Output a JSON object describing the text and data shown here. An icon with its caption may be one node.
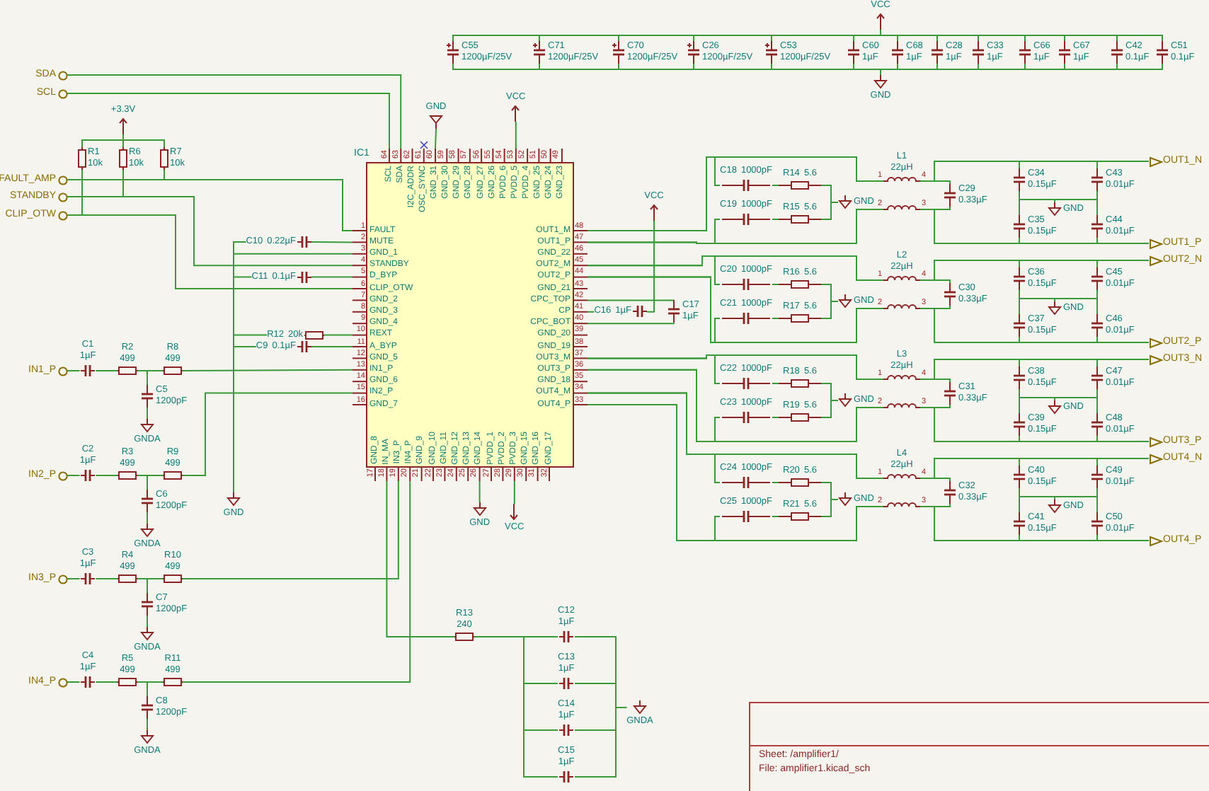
{
  "diagram": {
    "nodes": [
      {
        "text": [
          "SDA"
        ]
      },
      {
        "text": [
          "SCL"
        ]
      },
      {
        "text": [
          "FAULT_AMP"
        ]
      },
      {
        "text": [
          "STANDBY"
        ]
      },
      {
        "text": [
          "CLIP_OTW"
        ]
      },
      {
        "text": [
          "+3.3V"
        ]
      },
      {
        "text": [
          "R1",
          "10k"
        ]
      },
      {
        "text": [
          "R6",
          "10k"
        ]
      },
      {
        "text": [
          "R7",
          "10k"
        ]
      },
      {
        "text": [
          "SCL",
          "SDA",
          "I2C_ADDR",
          "OSC_SYNC",
          "GND_31",
          "GND_30",
          "GND_29",
          "GND_28",
          "GND_27",
          "GND_26",
          "PVDD_6",
          "PVDD_5",
          "PVDD_4",
          "GND_25",
          "GND_24",
          "GND_23",
          "FAULT",
          "MUTE",
          "GND_1",
          "STANDBY",
          "D_BYP",
          "CLIP_OTW",
          "GND_2",
          "GND_3",
          "GND_4",
          "REXT",
          "A_BYP",
          "GND_5",
          "IN1_P",
          "GND_6",
          "IN2_P",
          "GND_7",
          "OUT1_M",
          "OUT1_P",
          "GND_22",
          "OUT2_M",
          "OUT2_P",
          "GND_21",
          "CPC_TOP",
          "CP",
          "CPC_BOT",
          "GND_20",
          "GND_19",
          "OUT3_M",
          "OUT3_P",
          "GND_18",
          "OUT4_M",
          "OUT4_P",
          "GND_8",
          "IN_MA",
          "IN3_P",
          "IN4_P",
          "GND_9",
          "GND_10",
          "GND_11",
          "GND_12",
          "GND_13",
          "GND_14",
          "PVDD_1",
          "PVDD_2",
          "PVDD_3",
          "GND_15",
          "GND_16",
          "GND_17"
        ],
        "beside": [
          "IC1",
          "64",
          "63",
          "62",
          "61",
          "60",
          "59",
          "58",
          "57",
          "56",
          "55",
          "54",
          "53",
          "52",
          "51",
          "50",
          "49",
          "1",
          "2",
          "3",
          "4",
          "5",
          "6",
          "7",
          "8",
          "9",
          "10",
          "11",
          "12",
          "13",
          "14",
          "15",
          "16",
          "48",
          "47",
          "46",
          "45",
          "44",
          "43",
          "42",
          "41",
          "40",
          "39",
          "38",
          "37",
          "36",
          "35",
          "34",
          "33",
          "17",
          "18",
          "19",
          "20",
          "21",
          "22",
          "23",
          "24",
          "25",
          "26",
          "27",
          "28",
          "29",
          "30",
          "31",
          "32"
        ]
      },
      {
        "text": [
          "C10",
          "0.22µF"
        ]
      },
      {
        "text": [
          "C11",
          "0.1µF"
        ]
      },
      {
        "text": [
          "R12",
          "20k"
        ]
      },
      {
        "text": [
          "C9",
          "0.1µF"
        ]
      },
      {
        "text": [
          "GND"
        ]
      },
      {
        "text": [
          "IN1_P"
        ]
      },
      {
        "text": [
          "C1",
          "1µF"
        ]
      },
      {
        "text": [
          "R2",
          "499"
        ]
      },
      {
        "text": [
          "R8",
          "499"
        ]
      },
      {
        "text": [
          "C5",
          "1200pF"
        ]
      },
      {
        "text": [
          "GNDA"
        ]
      },
      {
        "text": [
          "IN2_P"
        ]
      },
      {
        "text": [
          "C2",
          "1µF"
        ]
      },
      {
        "text": [
          "R3",
          "499"
        ]
      },
      {
        "text": [
          "R9",
          "499"
        ]
      },
      {
        "text": [
          "C6",
          "1200pF"
        ]
      },
      {
        "text": [
          "GNDA"
        ]
      },
      {
        "text": [
          "IN3_P"
        ]
      },
      {
        "text": [
          "C3",
          "1µF"
        ]
      },
      {
        "text": [
          "R4",
          "499"
        ]
      },
      {
        "text": [
          "R10",
          "499"
        ]
      },
      {
        "text": [
          "C7",
          "1200pF"
        ]
      },
      {
        "text": [
          "GNDA"
        ]
      },
      {
        "text": [
          "IN4_P"
        ]
      },
      {
        "text": [
          "C4",
          "1µF"
        ]
      },
      {
        "text": [
          "R5",
          "499"
        ]
      },
      {
        "text": [
          "R11",
          "499"
        ]
      },
      {
        "text": [
          "C8",
          "1200pF"
        ]
      },
      {
        "text": [
          "GNDA"
        ]
      },
      {
        "text": [
          "GND"
        ]
      },
      {
        "text": [
          "VCC"
        ]
      },
      {
        "text": [
          "GND"
        ]
      },
      {
        "text": [
          "VCC"
        ]
      },
      {
        "text": [
          "R13",
          "240"
        ]
      },
      {
        "text": [
          "C12",
          "1µF"
        ]
      },
      {
        "text": [
          "C13",
          "1µF"
        ]
      },
      {
        "text": [
          "C14",
          "1µF"
        ]
      },
      {
        "text": [
          "C15",
          "1µF"
        ]
      },
      {
        "text": [
          "GNDA"
        ]
      },
      {
        "text": [
          "VCC"
        ]
      },
      {
        "text": [
          "C16",
          "1µF"
        ]
      },
      {
        "text": [
          "C17",
          "1µF"
        ]
      },
      {
        "text": [
          "VCC"
        ]
      },
      {
        "text": [
          "C55",
          "1200µF/25V"
        ]
      },
      {
        "text": [
          "C71",
          "1200µF/25V"
        ]
      },
      {
        "text": [
          "C70",
          "1200µF/25V"
        ]
      },
      {
        "text": [
          "C26",
          "1200µF/25V"
        ]
      },
      {
        "text": [
          "C53",
          "1200µF/25V"
        ]
      },
      {
        "text": [
          "C60",
          "1µF"
        ]
      },
      {
        "text": [
          "C68",
          "1µF"
        ]
      },
      {
        "text": [
          "C28",
          "1µF"
        ]
      },
      {
        "text": [
          "C33",
          "1µF"
        ]
      },
      {
        "text": [
          "C66",
          "1µF"
        ]
      },
      {
        "text": [
          "C67",
          "1µF"
        ]
      },
      {
        "text": [
          "C42",
          "0.1µF"
        ]
      },
      {
        "text": [
          "C51",
          "0.1µF"
        ]
      },
      {
        "text": [
          "GND"
        ]
      },
      {
        "text": [
          "C18",
          "1000pF"
        ]
      },
      {
        "text": [
          "R14",
          "5.6"
        ]
      },
      {
        "text": [
          "C19",
          "1000pF"
        ]
      },
      {
        "text": [
          "R15",
          "5.6"
        ]
      },
      {
        "text": [
          "GND"
        ]
      },
      {
        "text": [
          "L1",
          "22µH"
        ],
        "beside": [
          "1",
          "4",
          "2",
          "3"
        ]
      },
      {
        "text": [
          "C29",
          "0.33µF"
        ]
      },
      {
        "text": [
          "C34",
          "0.15µF"
        ]
      },
      {
        "text": [
          "C43",
          "0.01µF"
        ]
      },
      {
        "text": [
          "GND"
        ]
      },
      {
        "text": [
          "C35",
          "0.15µF"
        ]
      },
      {
        "text": [
          "C44",
          "0.01µF"
        ]
      },
      {
        "text": [
          "OUT1_N"
        ]
      },
      {
        "text": [
          "OUT1_P"
        ]
      },
      {
        "text": [
          "C20",
          "1000pF"
        ]
      },
      {
        "text": [
          "R16",
          "5.6"
        ]
      },
      {
        "text": [
          "C21",
          "1000pF"
        ]
      },
      {
        "text": [
          "R17",
          "5.6"
        ]
      },
      {
        "text": [
          "GND"
        ]
      },
      {
        "text": [
          "L2",
          "22µH"
        ],
        "beside": [
          "1",
          "4",
          "2",
          "3"
        ]
      },
      {
        "text": [
          "C30",
          "0.33µF"
        ]
      },
      {
        "text": [
          "C36",
          "0.15µF"
        ]
      },
      {
        "text": [
          "C45",
          "0.01µF"
        ]
      },
      {
        "text": [
          "GND"
        ]
      },
      {
        "text": [
          "C37",
          "0.15µF"
        ]
      },
      {
        "text": [
          "C46",
          "0.01µF"
        ]
      },
      {
        "text": [
          "OUT2_N"
        ]
      },
      {
        "text": [
          "OUT2_P"
        ]
      },
      {
        "text": [
          "C22",
          "1000pF"
        ]
      },
      {
        "text": [
          "R18",
          "5.6"
        ]
      },
      {
        "text": [
          "C23",
          "1000pF"
        ]
      },
      {
        "text": [
          "R19",
          "5.6"
        ]
      },
      {
        "text": [
          "GND"
        ]
      },
      {
        "text": [
          "L3",
          "22µH"
        ],
        "beside": [
          "1",
          "4",
          "2",
          "3"
        ]
      },
      {
        "text": [
          "C31",
          "0.33µF"
        ]
      },
      {
        "text": [
          "C38",
          "0.15µF"
        ]
      },
      {
        "text": [
          "C47",
          "0.01µF"
        ]
      },
      {
        "text": [
          "GND"
        ]
      },
      {
        "text": [
          "C39",
          "0.15µF"
        ]
      },
      {
        "text": [
          "C48",
          "0.01µF"
        ]
      },
      {
        "text": [
          "OUT3_N"
        ]
      },
      {
        "text": [
          "OUT3_P"
        ]
      },
      {
        "text": [
          "C24",
          "1000pF"
        ]
      },
      {
        "text": [
          "R20",
          "5.6"
        ]
      },
      {
        "text": [
          "C25",
          "1000pF"
        ]
      },
      {
        "text": [
          "R21",
          "5.6"
        ]
      },
      {
        "text": [
          "GND"
        ]
      },
      {
        "text": [
          "L4",
          "22µH"
        ],
        "beside": [
          "1",
          "4",
          "2",
          "3"
        ]
      },
      {
        "text": [
          "C32",
          "0.33µF"
        ]
      },
      {
        "text": [
          "C40",
          "0.15µF"
        ]
      },
      {
        "text": [
          "C49",
          "0.01µF"
        ]
      },
      {
        "text": [
          "GND"
        ]
      },
      {
        "text": [
          "C41",
          "0.15µF"
        ]
      },
      {
        "text": [
          "C50",
          "0.01µF"
        ]
      },
      {
        "text": [
          "OUT4_N"
        ]
      },
      {
        "text": [
          "OUT4_P"
        ]
      }
    ],
    "edges": [
      {
        "from": 0,
        "to": 9,
        "arrow": "none"
      },
      {
        "from": 1,
        "to": 9,
        "arrow": "none"
      },
      {
        "from": 2,
        "to": 9,
        "arrow": "none"
      },
      {
        "from": 3,
        "to": 9,
        "arrow": "none"
      },
      {
        "from": 4,
        "to": 9,
        "arrow": "none"
      },
      {
        "from": 6,
        "to": 5,
        "arrow": "none"
      },
      {
        "from": 7,
        "to": 5,
        "arrow": "none"
      },
      {
        "from": 8,
        "to": 5,
        "arrow": "none"
      },
      {
        "from": 8,
        "to": 2,
        "arrow": "none"
      },
      {
        "from": 7,
        "to": 3,
        "arrow": "none"
      },
      {
        "from": 6,
        "to": 4,
        "arrow": "none"
      },
      {
        "from": 10,
        "to": 9,
        "arrow": "none"
      },
      {
        "from": 11,
        "to": 9,
        "arrow": "none"
      },
      {
        "from": 12,
        "to": 9,
        "arrow": "none"
      },
      {
        "from": 13,
        "to": 9,
        "arrow": "none"
      },
      {
        "from": 10,
        "to": 14,
        "arrow": "none"
      },
      {
        "from": 11,
        "to": 14,
        "arrow": "none"
      },
      {
        "from": 12,
        "to": 14,
        "arrow": "none"
      },
      {
        "from": 13,
        "to": 14,
        "arrow": "none"
      },
      {
        "from": 9,
        "to": 14,
        "arrow": "none"
      },
      {
        "from": 15,
        "to": 16,
        "arrow": "none"
      },
      {
        "from": 16,
        "to": 17,
        "arrow": "none"
      },
      {
        "from": 17,
        "to": 18,
        "arrow": "none"
      },
      {
        "from": 17,
        "to": 19,
        "arrow": "none"
      },
      {
        "from": 19,
        "to": 20,
        "arrow": "none"
      },
      {
        "from": 18,
        "to": 9,
        "arrow": "none"
      },
      {
        "from": 21,
        "to": 22,
        "arrow": "none"
      },
      {
        "from": 22,
        "to": 23,
        "arrow": "none"
      },
      {
        "from": 23,
        "to": 24,
        "arrow": "none"
      },
      {
        "from": 23,
        "to": 25,
        "arrow": "none"
      },
      {
        "from": 25,
        "to": 26,
        "arrow": "none"
      },
      {
        "from": 24,
        "to": 9,
        "arrow": "none"
      },
      {
        "from": 27,
        "to": 28,
        "arrow": "none"
      },
      {
        "from": 28,
        "to": 29,
        "arrow": "none"
      },
      {
        "from": 29,
        "to": 30,
        "arrow": "none"
      },
      {
        "from": 29,
        "to": 31,
        "arrow": "none"
      },
      {
        "from": 31,
        "to": 32,
        "arrow": "none"
      },
      {
        "from": 30,
        "to": 9,
        "arrow": "none"
      },
      {
        "from": 33,
        "to": 34,
        "arrow": "none"
      },
      {
        "from": 34,
        "to": 35,
        "arrow": "none"
      },
      {
        "from": 35,
        "to": 36,
        "arrow": "none"
      },
      {
        "from": 35,
        "to": 37,
        "arrow": "none"
      },
      {
        "from": 37,
        "to": 38,
        "arrow": "none"
      },
      {
        "from": 36,
        "to": 9,
        "arrow": "none"
      },
      {
        "from": 9,
        "to": 39,
        "arrow": "none"
      },
      {
        "from": 9,
        "to": 40,
        "arrow": "none"
      },
      {
        "from": 9,
        "to": 41,
        "arrow": "none"
      },
      {
        "from": 9,
        "to": 42,
        "arrow": "none"
      },
      {
        "from": 9,
        "to": 43,
        "arrow": "none"
      },
      {
        "from": 43,
        "to": 44,
        "arrow": "none"
      },
      {
        "from": 43,
        "to": 45,
        "arrow": "none"
      },
      {
        "from": 43,
        "to": 46,
        "arrow": "none"
      },
      {
        "from": 43,
        "to": 47,
        "arrow": "none"
      },
      {
        "from": 44,
        "to": 48,
        "arrow": "none"
      },
      {
        "from": 45,
        "to": 48,
        "arrow": "none"
      },
      {
        "from": 46,
        "to": 48,
        "arrow": "none"
      },
      {
        "from": 47,
        "to": 48,
        "arrow": "none"
      },
      {
        "from": 9,
        "to": 50,
        "arrow": "none"
      },
      {
        "from": 50,
        "to": 49,
        "arrow": "none"
      },
      {
        "from": 9,
        "to": 51,
        "arrow": "none"
      },
      {
        "from": 51,
        "to": 9,
        "arrow": "none"
      },
      {
        "from": 53,
        "to": 52,
        "arrow": "none"
      },
      {
        "from": 53,
        "to": 66,
        "arrow": "none"
      },
      {
        "from": 54,
        "to": 52,
        "arrow": "none"
      },
      {
        "from": 54,
        "to": 66,
        "arrow": "none"
      },
      {
        "from": 55,
        "to": 52,
        "arrow": "none"
      },
      {
        "from": 55,
        "to": 66,
        "arrow": "none"
      },
      {
        "from": 56,
        "to": 52,
        "arrow": "none"
      },
      {
        "from": 56,
        "to": 66,
        "arrow": "none"
      },
      {
        "from": 57,
        "to": 52,
        "arrow": "none"
      },
      {
        "from": 57,
        "to": 66,
        "arrow": "none"
      },
      {
        "from": 58,
        "to": 52,
        "arrow": "none"
      },
      {
        "from": 58,
        "to": 66,
        "arrow": "none"
      },
      {
        "from": 59,
        "to": 52,
        "arrow": "none"
      },
      {
        "from": 59,
        "to": 66,
        "arrow": "none"
      },
      {
        "from": 60,
        "to": 52,
        "arrow": "none"
      },
      {
        "from": 60,
        "to": 66,
        "arrow": "none"
      },
      {
        "from": 61,
        "to": 52,
        "arrow": "none"
      },
      {
        "from": 61,
        "to": 66,
        "arrow": "none"
      },
      {
        "from": 62,
        "to": 52,
        "arrow": "none"
      },
      {
        "from": 62,
        "to": 66,
        "arrow": "none"
      },
      {
        "from": 63,
        "to": 52,
        "arrow": "none"
      },
      {
        "from": 63,
        "to": 66,
        "arrow": "none"
      },
      {
        "from": 64,
        "to": 52,
        "arrow": "none"
      },
      {
        "from": 64,
        "to": 66,
        "arrow": "none"
      },
      {
        "from": 65,
        "to": 52,
        "arrow": "none"
      },
      {
        "from": 65,
        "to": 66,
        "arrow": "none"
      },
      {
        "from": 9,
        "to": 67,
        "arrow": "none"
      },
      {
        "from": 9,
        "to": 72,
        "arrow": "none"
      },
      {
        "from": 9,
        "to": 69,
        "arrow": "none"
      },
      {
        "from": 9,
        "to": 72,
        "arrow": "none"
      },
      {
        "from": 67,
        "to": 68,
        "arrow": "none"
      },
      {
        "from": 69,
        "to": 70,
        "arrow": "none"
      },
      {
        "from": 68,
        "to": 71,
        "arrow": "none"
      },
      {
        "from": 70,
        "to": 71,
        "arrow": "none"
      },
      {
        "from": 72,
        "to": 73,
        "arrow": "none"
      },
      {
        "from": 72,
        "to": 73,
        "arrow": "none"
      },
      {
        "from": 72,
        "to": 74,
        "arrow": "none"
      },
      {
        "from": 72,
        "to": 75,
        "arrow": "none"
      },
      {
        "from": 72,
        "to": 79,
        "arrow": "none"
      },
      {
        "from": 72,
        "to": 77,
        "arrow": "none"
      },
      {
        "from": 72,
        "to": 78,
        "arrow": "none"
      },
      {
        "from": 72,
        "to": 80,
        "arrow": "none"
      },
      {
        "from": 74,
        "to": 76,
        "arrow": "none"
      },
      {
        "from": 77,
        "to": 76,
        "arrow": "none"
      },
      {
        "from": 75,
        "to": 76,
        "arrow": "none"
      },
      {
        "from": 78,
        "to": 76,
        "arrow": "none"
      },
      {
        "from": 9,
        "to": 81,
        "arrow": "none"
      },
      {
        "from": 9,
        "to": 86,
        "arrow": "none"
      },
      {
        "from": 9,
        "to": 83,
        "arrow": "none"
      },
      {
        "from": 9,
        "to": 86,
        "arrow": "none"
      },
      {
        "from": 81,
        "to": 82,
        "arrow": "none"
      },
      {
        "from": 83,
        "to": 84,
        "arrow": "none"
      },
      {
        "from": 82,
        "to": 85,
        "arrow": "none"
      },
      {
        "from": 84,
        "to": 85,
        "arrow": "none"
      },
      {
        "from": 86,
        "to": 87,
        "arrow": "none"
      },
      {
        "from": 86,
        "to": 87,
        "arrow": "none"
      },
      {
        "from": 86,
        "to": 88,
        "arrow": "none"
      },
      {
        "from": 86,
        "to": 89,
        "arrow": "none"
      },
      {
        "from": 86,
        "to": 93,
        "arrow": "none"
      },
      {
        "from": 86,
        "to": 91,
        "arrow": "none"
      },
      {
        "from": 86,
        "to": 92,
        "arrow": "none"
      },
      {
        "from": 86,
        "to": 94,
        "arrow": "none"
      },
      {
        "from": 88,
        "to": 90,
        "arrow": "none"
      },
      {
        "from": 91,
        "to": 90,
        "arrow": "none"
      },
      {
        "from": 89,
        "to": 90,
        "arrow": "none"
      },
      {
        "from": 92,
        "to": 90,
        "arrow": "none"
      },
      {
        "from": 9,
        "to": 95,
        "arrow": "none"
      },
      {
        "from": 9,
        "to": 100,
        "arrow": "none"
      },
      {
        "from": 9,
        "to": 97,
        "arrow": "none"
      },
      {
        "from": 9,
        "to": 100,
        "arrow": "none"
      },
      {
        "from": 95,
        "to": 96,
        "arrow": "none"
      },
      {
        "from": 97,
        "to": 98,
        "arrow": "none"
      },
      {
        "from": 96,
        "to": 99,
        "arrow": "none"
      },
      {
        "from": 98,
        "to": 99,
        "arrow": "none"
      },
      {
        "from": 100,
        "to": 101,
        "arrow": "none"
      },
      {
        "from": 100,
        "to": 101,
        "arrow": "none"
      },
      {
        "from": 100,
        "to": 102,
        "arrow": "none"
      },
      {
        "from": 100,
        "to": 103,
        "arrow": "none"
      },
      {
        "from": 100,
        "to": 107,
        "arrow": "none"
      },
      {
        "from": 100,
        "to": 105,
        "arrow": "none"
      },
      {
        "from": 100,
        "to": 106,
        "arrow": "none"
      },
      {
        "from": 100,
        "to": 108,
        "arrow": "none"
      },
      {
        "from": 102,
        "to": 104,
        "arrow": "none"
      },
      {
        "from": 105,
        "to": 104,
        "arrow": "none"
      },
      {
        "from": 103,
        "to": 104,
        "arrow": "none"
      },
      {
        "from": 106,
        "to": 104,
        "arrow": "none"
      },
      {
        "from": 9,
        "to": 109,
        "arrow": "none"
      },
      {
        "from": 9,
        "to": 114,
        "arrow": "none"
      },
      {
        "from": 9,
        "to": 111,
        "arrow": "none"
      },
      {
        "from": 9,
        "to": 114,
        "arrow": "none"
      },
      {
        "from": 109,
        "to": 110,
        "arrow": "none"
      },
      {
        "from": 111,
        "to": 112,
        "arrow": "none"
      },
      {
        "from": 110,
        "to": 113,
        "arrow": "none"
      },
      {
        "from": 112,
        "to": 113,
        "arrow": "none"
      },
      {
        "from": 114,
        "to": 115,
        "arrow": "none"
      },
      {
        "from": 114,
        "to": 115,
        "arrow": "none"
      },
      {
        "from": 114,
        "to": 116,
        "arrow": "none"
      },
      {
        "from": 114,
        "to": 117,
        "arrow": "none"
      },
      {
        "from": 114,
        "to": 121,
        "arrow": "none"
      },
      {
        "from": 114,
        "to": 119,
        "arrow": "none"
      },
      {
        "from": 114,
        "to": 120,
        "arrow": "none"
      },
      {
        "from": 114,
        "to": 122,
        "arrow": "none"
      },
      {
        "from": 116,
        "to": 118,
        "arrow": "none"
      },
      {
        "from": 119,
        "to": 118,
        "arrow": "none"
      },
      {
        "from": 117,
        "to": 118,
        "arrow": "none"
      },
      {
        "from": 120,
        "to": 118,
        "arrow": "none"
      }
    ],
    "labels": [
      "Sheet: /amplifier1/",
      "File: amplifier1.kicad_sch"
    ]
  }
}
